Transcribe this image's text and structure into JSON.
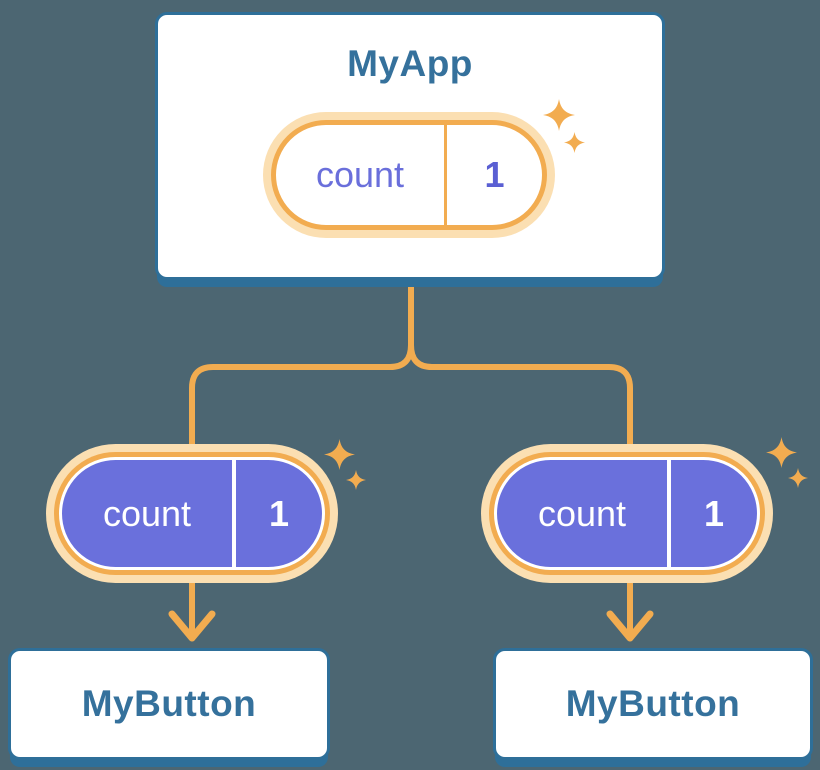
{
  "colors": {
    "background": "#4C6672",
    "card-blue": "#2E6F99",
    "title-blue": "#35719C",
    "orange": "#F2AC50",
    "orange-halo": "#FBDFB2",
    "purple-fill": "#6A70DC",
    "purple-text": "#6A6FDB",
    "value-indigo": "#5A5FD3",
    "white": "#FFFFFF"
  },
  "diagram": {
    "root": {
      "title": "MyApp",
      "state": {
        "name": "count",
        "value": "1"
      }
    },
    "children": [
      {
        "title": "MyButton",
        "prop": {
          "name": "count",
          "value": "1"
        }
      },
      {
        "title": "MyButton",
        "prop": {
          "name": "count",
          "value": "1"
        }
      }
    ]
  }
}
